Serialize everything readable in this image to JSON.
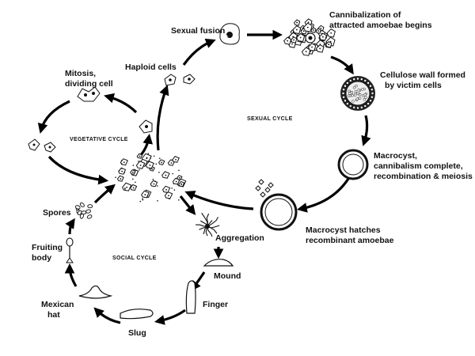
{
  "cycles": {
    "vegetative": "VEGETATIVE CYCLE",
    "sexual": "SEXUAL CYCLE",
    "social": "SOCIAL CYCLE"
  },
  "labels": {
    "sexual_fusion": "Sexual fusion",
    "cannibalization_1": "Cannibalization of",
    "cannibalization_2": "attracted amoebae begins",
    "cellulose_1": "Cellulose wall formed",
    "cellulose_2": "by victim cells",
    "macrocyst_1": "Macrocyst,",
    "macrocyst_2": "cannibalism complete,",
    "macrocyst_3": "recombination & meiosis",
    "hatches_1": "Macrocyst hatches",
    "hatches_2": "recombinant amoebae",
    "haploid": "Haploid cells",
    "mitosis_1": "Mitosis,",
    "mitosis_2": "dividing cell",
    "spores": "Spores",
    "fruiting_1": "Fruiting",
    "fruiting_2": "body",
    "aggregation": "Aggregation",
    "mound": "Mound",
    "finger": "Finger",
    "slug": "Slug",
    "mexican_1": "Mexican",
    "mexican_2": "hat"
  }
}
